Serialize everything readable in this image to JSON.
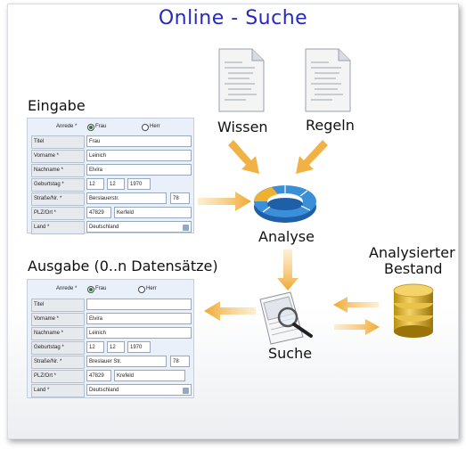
{
  "title": "Online - Suche",
  "labels": {
    "eingabe": "Eingabe",
    "ausgabe": "Ausgabe (0..n Datensätze)",
    "wissen": "Wissen",
    "regeln": "Regeln",
    "analyse": "Analyse",
    "suche": "Suche",
    "bestand_line1": "Analysierter",
    "bestand_line2": "Bestand"
  },
  "input_form": {
    "anrede_label": "Anrede *",
    "opt_frau": "Frau",
    "opt_herr": "Herr",
    "titel_label": "Titel",
    "titel_value": "Frau",
    "vorname_label": "Vorname *",
    "vorname_value": "Leinich",
    "nachname_label": "Nachname *",
    "nachname_value": "Elvira",
    "geburtstag_label": "Geburtstag *",
    "day": "12",
    "month": "12",
    "year": "1970",
    "strasse_label": "Straße/Nr. *",
    "strasse_value": "Berslauerstr.",
    "hausnr": "78",
    "plz_label": "PLZ/Ort *",
    "plz_value": "47829",
    "ort_value": "Kerfeld",
    "land_label": "Land *",
    "land_value": "Deutschland"
  },
  "output_form": {
    "anrede_label": "Anrede *",
    "opt_frau": "Frau",
    "opt_herr": "Herr",
    "titel_label": "Titel",
    "titel_value": "",
    "vorname_label": "Vorname *",
    "vorname_value": "Elvira",
    "nachname_label": "Nachname *",
    "nachname_value": "Leinich",
    "geburtstag_label": "Geburtstag *",
    "day": "12",
    "month": "12",
    "year": "1970",
    "strasse_label": "Straße/Nr. *",
    "strasse_value": "Breslauer Str.",
    "hausnr": "78",
    "plz_label": "PLZ/Ort *",
    "plz_value": "47829",
    "ort_value": "Krefeld",
    "land_label": "Land *",
    "land_value": "Deutschland"
  },
  "colors": {
    "title": "#2428c8",
    "arrow": "#f0a830",
    "ring": "#3a8fd8",
    "database": "#c9a020"
  }
}
